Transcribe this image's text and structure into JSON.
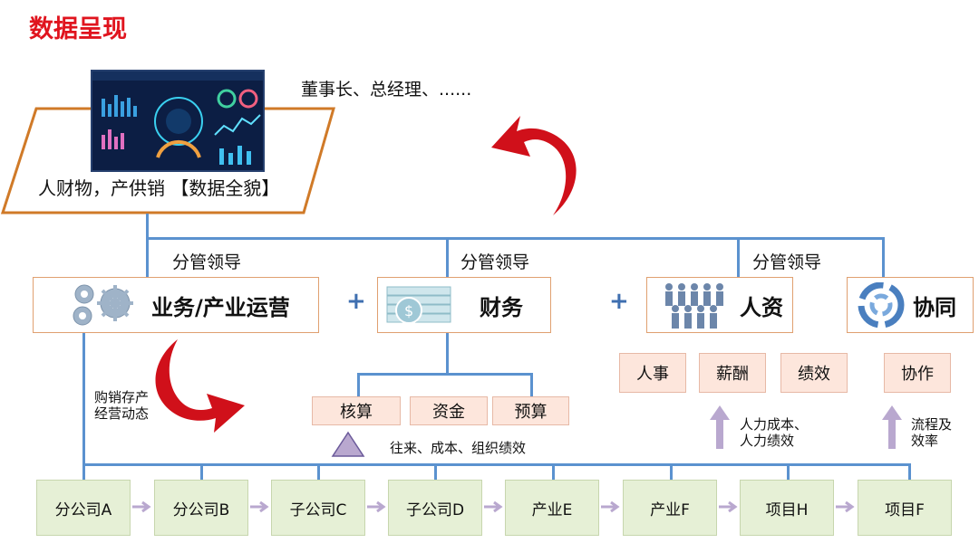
{
  "title": "数据呈现",
  "dashboard": {
    "caption": "人财物，产供销 【数据全貌】",
    "audience": "董事长、总经理、......"
  },
  "branch_label": "分管领导",
  "departments": [
    {
      "name": "业务/产业运营",
      "icon": "gears-icon"
    },
    {
      "name": "财务",
      "icon": "coins-icon"
    },
    {
      "name": "人资",
      "icon": "people-icon"
    },
    {
      "name": "协同",
      "icon": "swirl-logo-icon"
    }
  ],
  "plus_sign": "+",
  "finance_items": [
    "核算",
    "资金",
    "预算"
  ],
  "finance_note": "往来、成本、组织绩效",
  "hr_items": [
    "人事",
    "薪酬",
    "绩效"
  ],
  "hr_note": "人力成本、\n人力绩效",
  "collab_items": [
    "协作"
  ],
  "collab_note": "流程及\n效率",
  "ops_note": "购销存产\n经营动态",
  "units": [
    "分公司A",
    "分公司B",
    "子公司C",
    "子公司D",
    "产业E",
    "产业F",
    "项目H",
    "项目F"
  ],
  "colors": {
    "title_red": "#e0141e",
    "line_blue": "#5b92cf",
    "dashboard_border": "#d07a28",
    "arrow_red": "#d0101a",
    "unit_green": "#e6f0d6",
    "item_pink": "#fde6dc",
    "up_arrow_purple": "#b9a8cf"
  }
}
